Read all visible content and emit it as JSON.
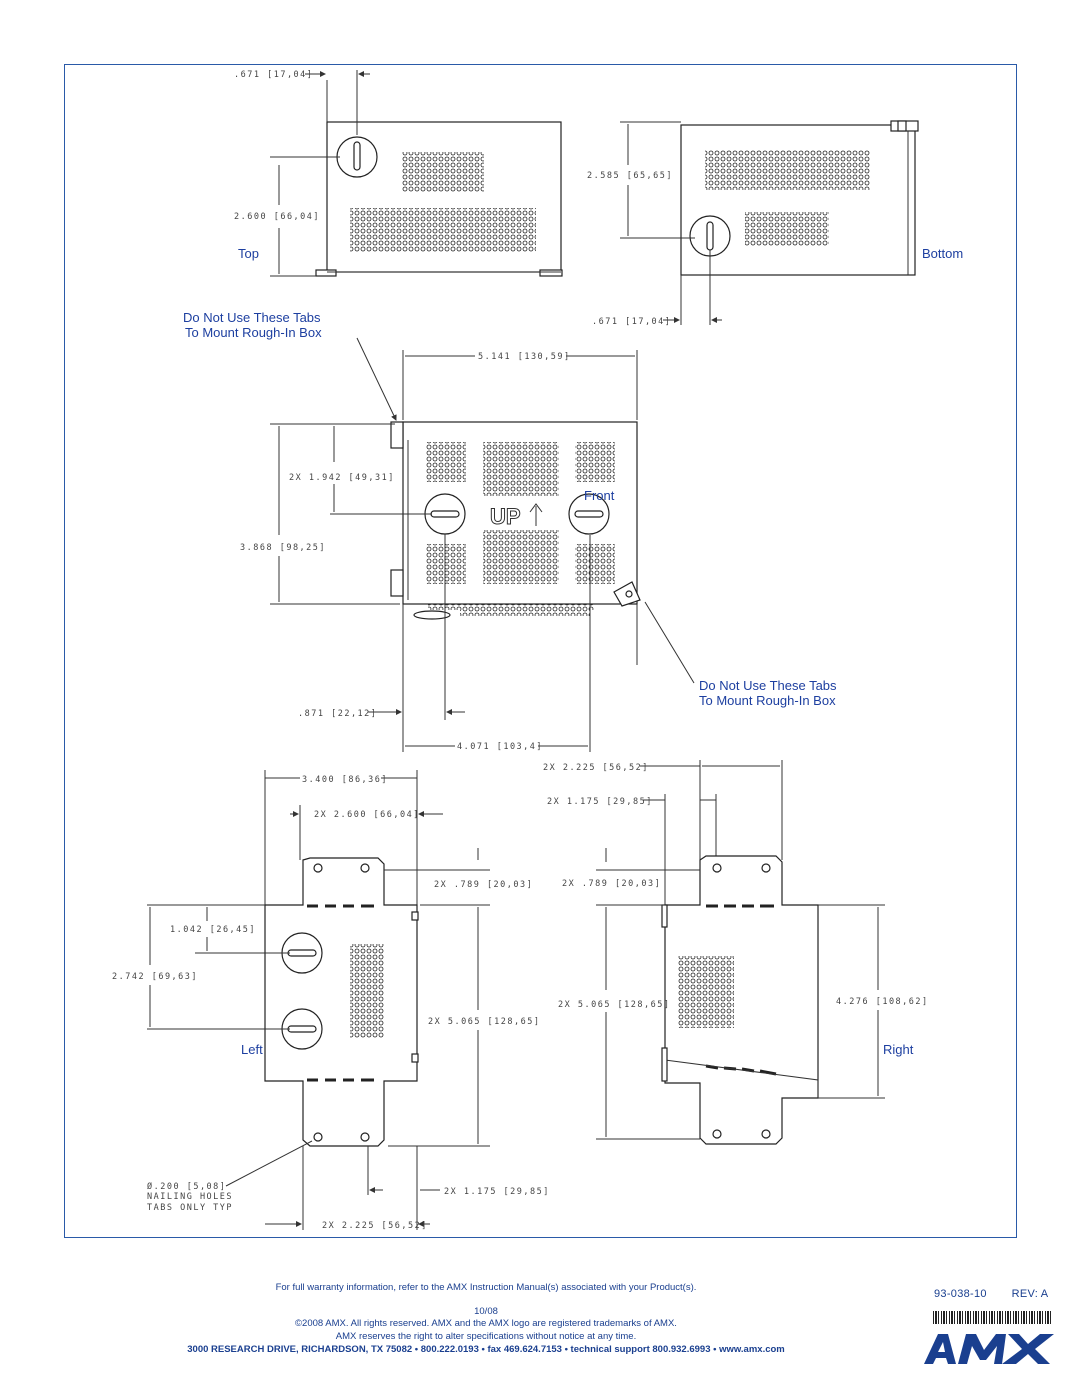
{
  "views": {
    "top": "Top",
    "bottom": "Bottom",
    "front": "Front",
    "left": "Left",
    "right": "Right"
  },
  "notes": {
    "tabs_line1": "Do Not Use These Tabs",
    "tabs_line2": "To Mount Rough-In Box"
  },
  "up_marking": "UP",
  "dimensions": {
    "top_width": ".671 [17,04]",
    "top_height": "2.600 [66,04]",
    "bottom_height": "2.585 [65,65]",
    "bottom_width": ".671 [17,04]",
    "front_width": "5.141 [130,59]",
    "front_tab_height": "2X 1.942 [49,31]",
    "front_height": "3.868 [98,25]",
    "front_offset": ".871 [22,12]",
    "front_depth": "4.071 [103,4]",
    "left_total": "3.400 [86,36]",
    "left_tab_span": "2X 2.600 [66,04]",
    "left_tab_gap": "2X .789 [20,03]",
    "left_hole1": "1.042 [26,45]",
    "left_hole2": "2.742 [69,63]",
    "left_body": "2X 5.065 [128,65]",
    "nail_1": "Ø.200 [5,08]",
    "nail_2": "NAILING HOLES",
    "nail_3": "TABS ONLY TYP",
    "left_tab_width": "2X 1.175 [29,85]",
    "left_tab_outer": "2X 2.225 [56,52]",
    "right_tab_outer": "2X 2.225 [56,52]",
    "right_tab_width": "2X 1.175 [29,85]",
    "right_tab_gap": "2X .789 [20,03]",
    "right_body": "2X 5.065 [128,65]",
    "right_height": "4.276 [108,62]"
  },
  "footer": {
    "warranty": "For full warranty information, refer to the AMX Instruction Manual(s) associated with your Product(s).",
    "date": "10/08",
    "copyright": "©2008 AMX. All rights reserved. AMX and the AMX logo are registered trademarks of AMX.",
    "rights": "AMX reserves the right to alter specifications without notice at any time.",
    "address": "3000 RESEARCH DRIVE, RICHARDSON, TX 75082 • 800.222.0193 • fax 469.624.7153 • technical support 800.932.6993 • www.amx.com",
    "doc_number": "93-038-10",
    "revision": "REV: A"
  },
  "colors": {
    "label_blue": "#1d3fa0",
    "frame_blue": "#2a5aa8",
    "logo_blue": "#1a3f8f"
  }
}
